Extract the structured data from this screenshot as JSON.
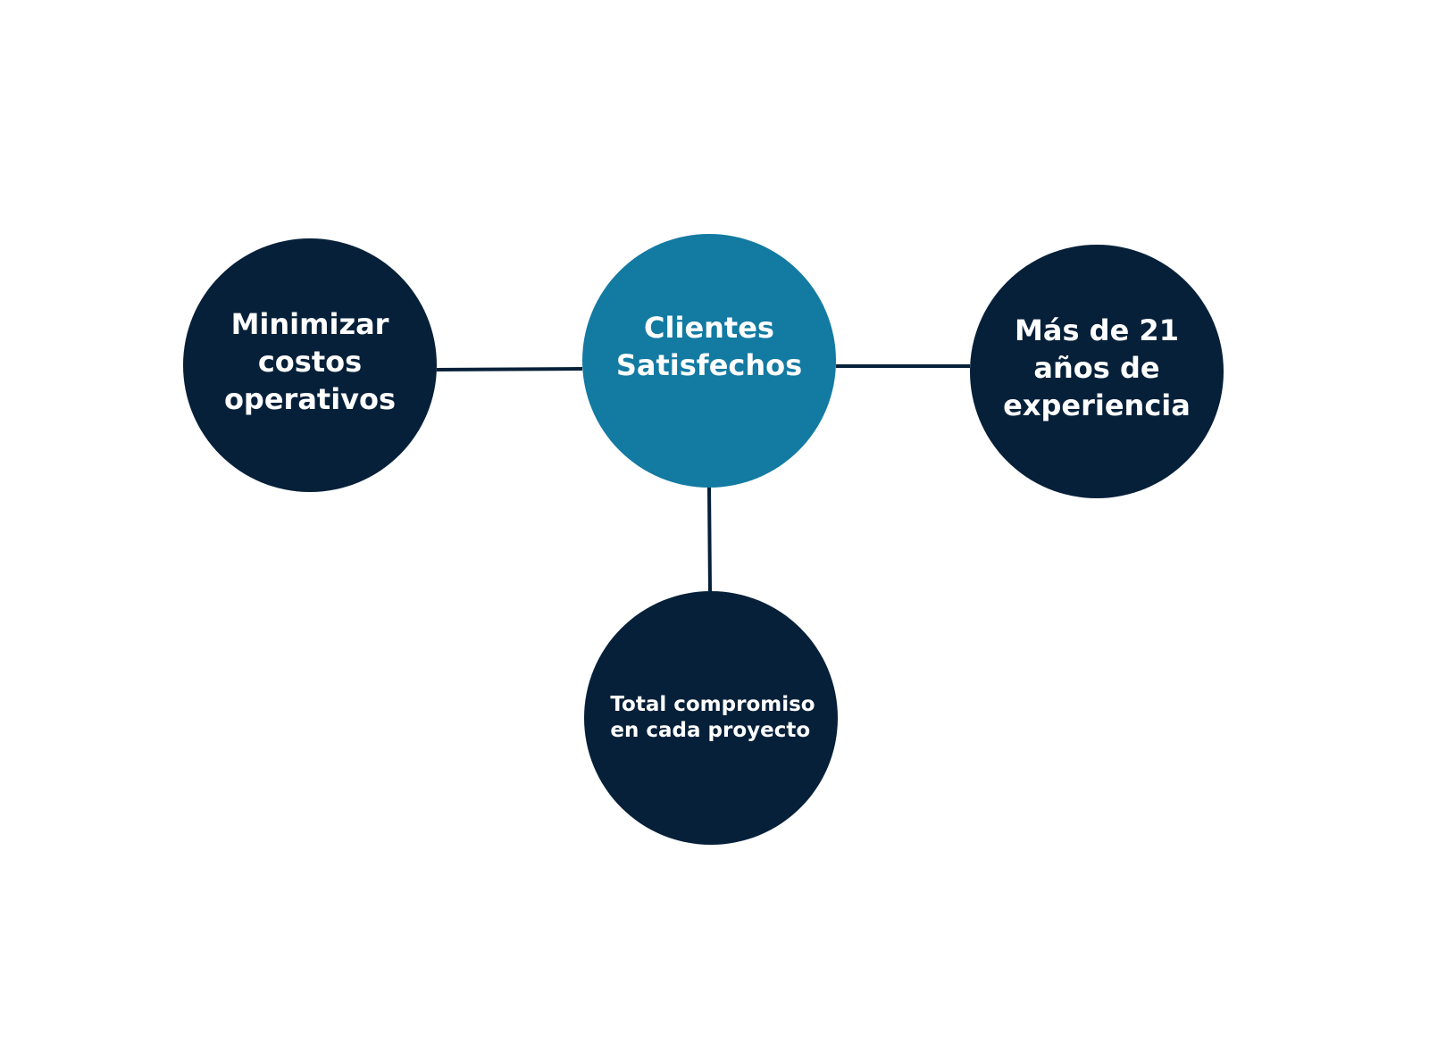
{
  "colors": {
    "background": "#ffffff",
    "node_dark": "#062039",
    "node_accent": "#137aa2",
    "connector": "#062039"
  },
  "diagram": {
    "center": {
      "label": "Clientes\nSatisfechos"
    },
    "left": {
      "label": "Minimizar\ncostos\noperativos"
    },
    "right": {
      "label": "Más de 21\naños de\nexperiencia"
    },
    "bottom": {
      "label": "Total compromiso\nen cada proyecto"
    }
  }
}
